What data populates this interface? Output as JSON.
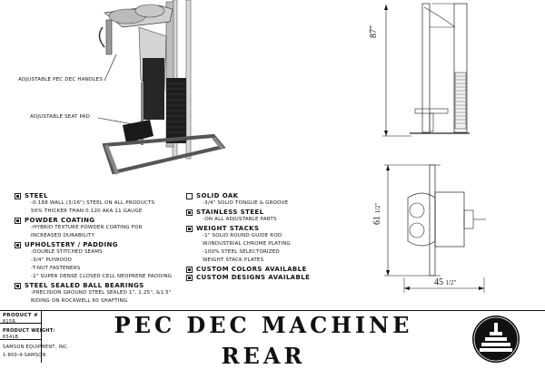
{
  "callouts": {
    "handles": "Adjustable pec dec handles",
    "seat": "Adjustable seat pad"
  },
  "specs_left": [
    {
      "checked": true,
      "title": "Steel",
      "details": [
        "-0.188 Wall (3/16\") Steel On ALL Products",
        "56% Thicker than 0.120 AKA 11 Gauge"
      ]
    },
    {
      "checked": true,
      "title": "Powder Coating",
      "details": [
        "-Hybrid Texture Powder Coating For",
        "Increased Durability"
      ]
    },
    {
      "checked": true,
      "title": "Upholstery / Padding",
      "details": [
        "-Double Stitched Seams",
        "-3/4\" Plywood",
        "-T-Nut Fasteners",
        "-1\" Super Dense Closed Cell Neoprene Padding"
      ]
    },
    {
      "checked": true,
      "title": "Steel Sealed Ball Bearings",
      "details": [
        "-Precision Ground Steel Sealed 1\", 1.25\", &1.5\"",
        "Riding on Rockwell 60 Shafting"
      ]
    }
  ],
  "specs_right": [
    {
      "checked": false,
      "title": "Solid Oak",
      "details": [
        "-3/4\" Solid Tongue & Groove"
      ]
    },
    {
      "checked": true,
      "title": "Stainless Steel",
      "details": [
        "-On ALL Adjustable Parts"
      ]
    },
    {
      "checked": true,
      "title": "Weight Stacks",
      "details": [
        "-1\" Solid Round Guide Rod",
        "w/Industrial Chrome Plating",
        "-100% Steel Selectorized",
        "Weight Stack Plates"
      ]
    },
    {
      "checked": true,
      "title": "Custom Colors Available",
      "details": []
    },
    {
      "checked": true,
      "title": "Custom Designs Available",
      "details": []
    }
  ],
  "dimensions": {
    "height": "87\"",
    "depth_whole": "61",
    "depth_frac": "1/2\"",
    "width_whole": "45",
    "width_frac": "1/2\""
  },
  "title_block": {
    "product_label": "Product #",
    "product_value": "815R",
    "weight_label": "Product Weight:",
    "weight_value": "654lb",
    "company": "Samson Equipment, Inc.",
    "phone": "1-800-4-SAMSON",
    "title_line1": "Pec Dec Machine",
    "title_line2": "Rear"
  }
}
